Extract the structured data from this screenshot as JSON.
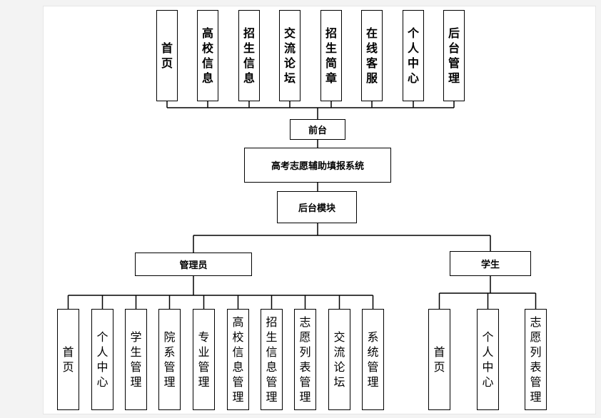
{
  "root": "高考志愿辅助填报系统",
  "front": {
    "label": "前台",
    "modules": [
      "首页",
      "高校信息",
      "招生信息",
      "交流论坛",
      "招生简章",
      "在线客服",
      "个人中心",
      "后台管理"
    ]
  },
  "back": {
    "label": "后台模块",
    "roles": [
      {
        "label": "管理员",
        "modules": [
          "首页",
          "个人中心",
          "学生管理",
          "院系管理",
          "专业管理",
          "高校信息管理",
          "招生信息管理",
          "志愿列表管理",
          "交流论坛",
          "系统管理"
        ]
      },
      {
        "label": "学生",
        "modules": [
          "首页",
          "个人中心",
          "志愿列表管理"
        ]
      }
    ]
  }
}
